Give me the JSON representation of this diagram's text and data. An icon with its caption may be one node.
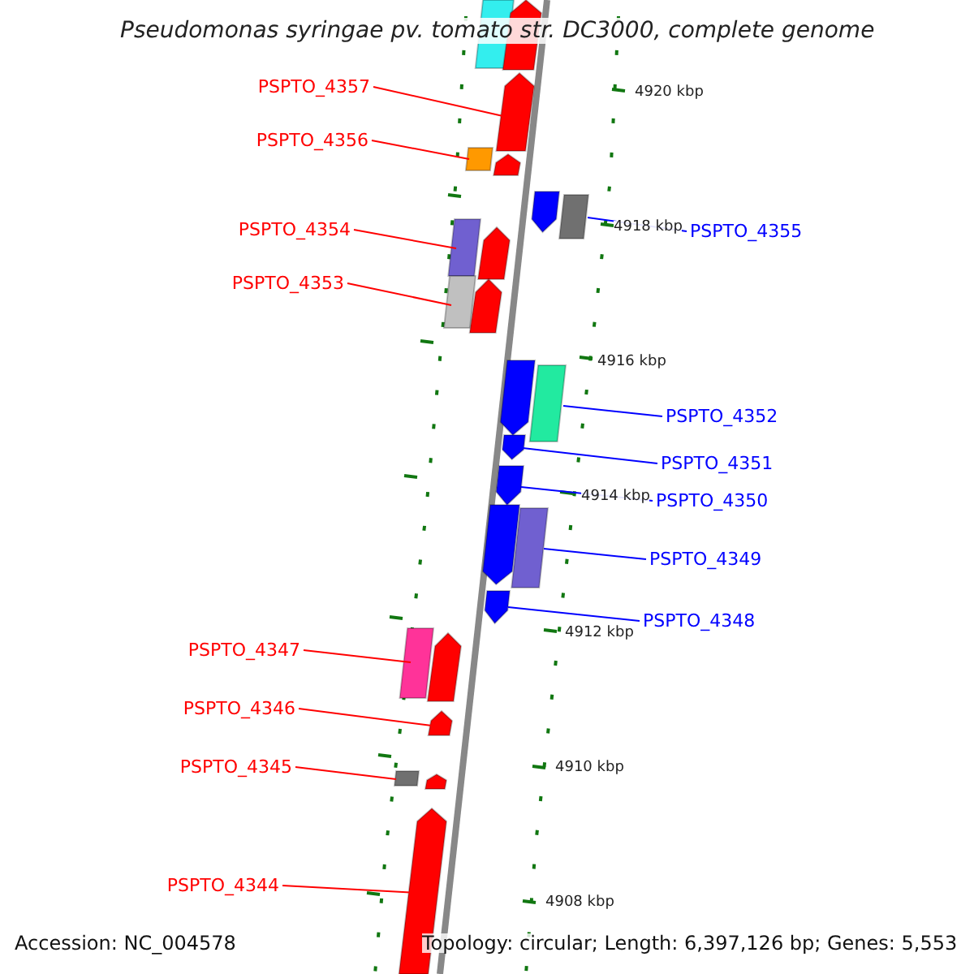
{
  "diagram": {
    "title": "Pseudomonas syringae pv. tomato str. DC3000, complete genome",
    "nodes": [
      {
        "text": [],
        "shape": "bar"
      },
      {
        "text": [],
        "shape": "bar"
      },
      {
        "text": [
          "PSPTO_4357"
        ]
      },
      {
        "text": [],
        "shape": "bar"
      },
      {
        "text": [
          "PSPTO_4356"
        ]
      },
      {
        "text": [],
        "shape": "bar"
      },
      {
        "text": [
          "PSPTO_4355"
        ]
      },
      {
        "text": [],
        "shape": "bar"
      },
      {
        "text": [
          "PSPTO_4354"
        ]
      },
      {
        "text": [],
        "shape": "bar"
      },
      {
        "text": [
          "PSPTO_4353"
        ]
      },
      {
        "text": [],
        "shape": "bar"
      },
      {
        "text": [
          "PSPTO_4352"
        ]
      },
      {
        "text": [],
        "shape": "bar"
      },
      {
        "text": [
          "PSPTO_4351"
        ]
      },
      {
        "text": [],
        "shape": "bar"
      },
      {
        "text": [
          "PSPTO_4350"
        ]
      },
      {
        "text": [],
        "shape": "bar"
      },
      {
        "text": [
          "PSPTO_4349"
        ]
      },
      {
        "text": [],
        "shape": "bar"
      },
      {
        "text": [
          "PSPTO_4348"
        ]
      },
      {
        "text": [],
        "shape": "bar"
      },
      {
        "text": [
          "PSPTO_4347"
        ]
      },
      {
        "text": [],
        "shape": "bar"
      },
      {
        "text": [
          "PSPTO_4346"
        ]
      },
      {
        "text": [],
        "shape": "bar"
      },
      {
        "text": [
          "PSPTO_4345"
        ]
      },
      {
        "text": [],
        "shape": "bar"
      },
      {
        "text": [
          "PSPTO_4344"
        ]
      },
      {
        "text": [],
        "shape": "bar"
      }
    ],
    "edges": [
      {
        "from": 2,
        "to": 3,
        "arrow": "none"
      },
      {
        "from": 4,
        "to": 5,
        "arrow": "none"
      },
      {
        "from": 6,
        "to": 7,
        "arrow": "none",
        "color": "#0000ff"
      },
      {
        "from": 8,
        "to": 9,
        "arrow": "none"
      },
      {
        "from": 10,
        "to": 11,
        "arrow": "none"
      },
      {
        "from": 12,
        "to": 13,
        "arrow": "none",
        "color": "#0000ff"
      },
      {
        "from": 14,
        "to": 15,
        "arrow": "none",
        "color": "#0000ff"
      },
      {
        "from": 16,
        "to": 17,
        "arrow": "none",
        "color": "#0000ff"
      },
      {
        "from": 18,
        "to": 19,
        "arrow": "none",
        "color": "#0000ff"
      },
      {
        "from": 20,
        "to": 21,
        "arrow": "none",
        "color": "#0000ff"
      },
      {
        "from": 22,
        "to": 23,
        "arrow": "none"
      },
      {
        "from": 24,
        "to": 25,
        "arrow": "none"
      },
      {
        "from": 26,
        "to": 27,
        "arrow": "none"
      },
      {
        "from": 28,
        "to": 29,
        "arrow": "none"
      }
    ],
    "labels": [
      "4920 kbp",
      "4918 kbp",
      "4916 kbp",
      "4914 kbp",
      "4912 kbp",
      "4910 kbp",
      "4908 kbp",
      "Accession: NC_004578",
      "Topology: circular; Length: 6,397,126 bp; Genes: 5,553"
    ]
  }
}
